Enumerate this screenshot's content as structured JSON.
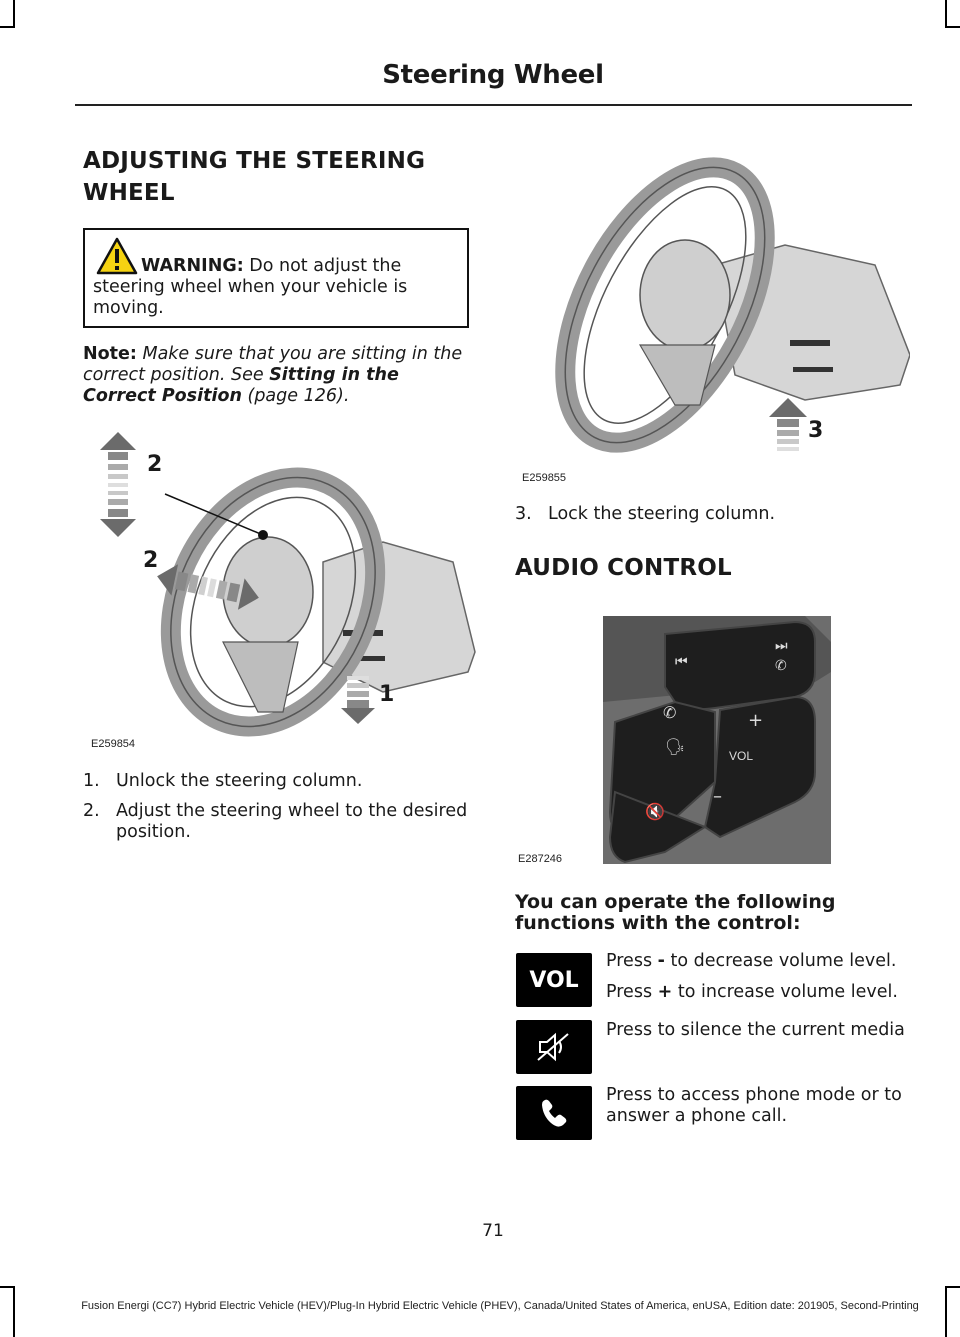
{
  "header": {
    "title": "Steering Wheel"
  },
  "section1": {
    "heading_line1": "ADJUSTING THE STEERING",
    "heading_line2": "WHEEL",
    "warning": {
      "label": "WARNING:",
      "text": " Do not adjust the steering wheel when your vehicle is moving."
    },
    "note": {
      "label": "Note:",
      "text": " Make sure that you are sitting in the correct position.  See ",
      "link": "Sitting in the Correct Position",
      "page_ref": " (page 126)."
    },
    "figure1": {
      "code": "E259854",
      "callouts": [
        "2",
        "2",
        "1"
      ]
    },
    "steps": [
      {
        "num": "1.",
        "text": "Unlock the steering column."
      },
      {
        "num": "2.",
        "text": "Adjust the steering wheel to the desired position."
      }
    ]
  },
  "section1b": {
    "figure2": {
      "code": "E259855",
      "callouts": [
        "3"
      ]
    },
    "step3": {
      "num": "3.",
      "text": "Lock the steering column."
    }
  },
  "section2": {
    "heading": "AUDIO CONTROL",
    "figure3": {
      "code": "E287246",
      "label_vol": "VOL",
      "plus": "+",
      "minus": "–"
    },
    "subheading": "You can operate the following functions with the control:",
    "rows": [
      {
        "icon": "vol-icon",
        "icon_text": "VOL",
        "line1_pre": "Press ",
        "line1_key": "-",
        "line1_post": " to decrease volume level.",
        "line2_pre": "Press ",
        "line2_key": "+",
        "line2_post": " to increase volume level."
      },
      {
        "icon": "mute-icon",
        "text": "Press to silence the current media"
      },
      {
        "icon": "phone-icon",
        "text": "Press to access phone mode or to answer a phone call."
      }
    ]
  },
  "footer": {
    "page_number": "71",
    "text": "Fusion Energi (CC7) Hybrid Electric Vehicle (HEV)/Plug-In Hybrid Electric Vehicle (PHEV), Canada/United States of America, enUSA, Edition date: 201905, Second-Printing"
  }
}
